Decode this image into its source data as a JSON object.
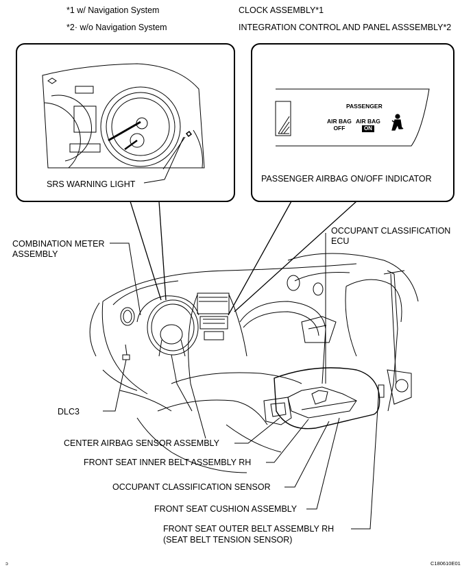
{
  "notes": {
    "note1": "*1  w/ Navigation System",
    "note2": "*2· w/o Navigation System"
  },
  "inset_labels": {
    "clock": "CLOCK ASSEMBLY*1",
    "integration": "INTEGRATION CONTROL AND PANEL ASSSEMBLY*2",
    "srs_light": "SRS WARNING LIGHT",
    "pass_indicator": "PASSENGER AIRBAG ON/OFF INDICATOR"
  },
  "indicator_panel": {
    "passenger": "PASSENGER",
    "airbag_off_1": "AIR BAG",
    "airbag_off_2": "OFF",
    "airbag_on_1": "AIR BAG",
    "airbag_on_2": "ON"
  },
  "callouts": {
    "occupant_ecu_1": "OCCUPANT CLASSIFICATION",
    "occupant_ecu_2": "ECU",
    "combo_meter_1": "COMBINATION METER",
    "combo_meter_2": "ASSEMBLY",
    "dlc3": "DLC3",
    "center_airbag": "CENTER AIRBAG SENSOR ASSEMBLY",
    "inner_belt": "FRONT SEAT INNER BELT ASSEMBLY RH",
    "occupant_sensor": "OCCUPANT CLASSIFICATION SENSOR",
    "cushion": "FRONT SEAT CUSHION ASSEMBLY",
    "outer_belt_1": "FRONT SEAT OUTER BELT ASSEMBLY RH",
    "outer_belt_2": "(SEAT BELT TENSION SENSOR)"
  },
  "footer": {
    "page_mark": "ͻ",
    "figure_code": "C180610E01"
  }
}
